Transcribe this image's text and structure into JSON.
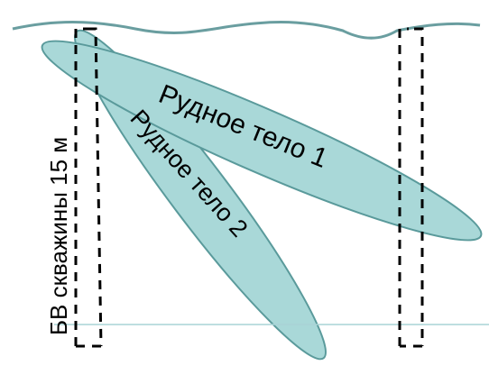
{
  "labels": {
    "ore_body_1": "Рудное тело 1",
    "ore_body_2": "Рудное тело 2",
    "borehole_caption": "БВ скважины 15 м"
  },
  "colors": {
    "ore_fill": "#a9d8d8",
    "ore_stroke": "#5a9a9b",
    "surface_line": "#6a9ea0",
    "horizon_line": "#a9d3d5",
    "borehole_dash": "#000000"
  }
}
